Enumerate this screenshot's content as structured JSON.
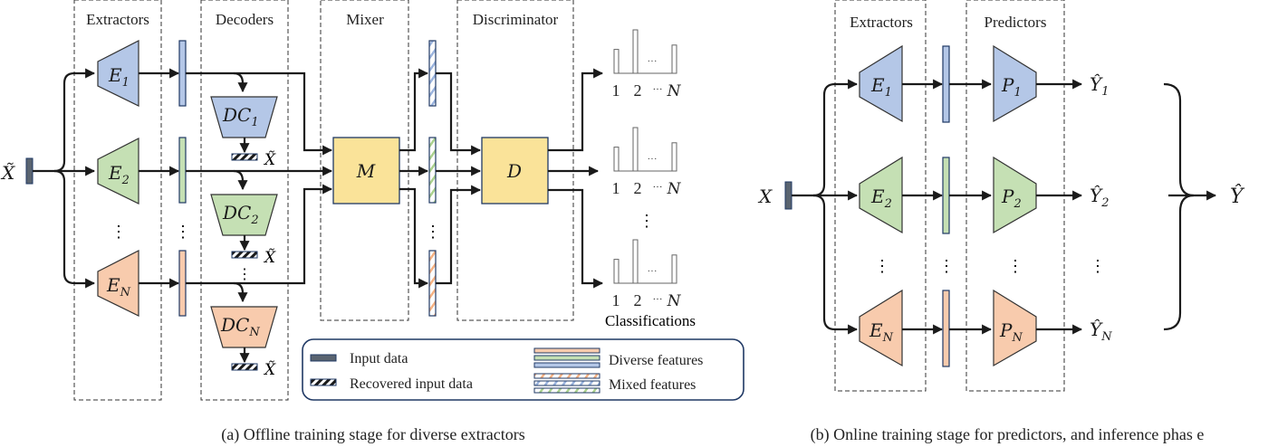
{
  "colors": {
    "blue": "#b4c7e7",
    "green": "#c5e0b4",
    "orange": "#f8cbad",
    "yellow": "#fae399",
    "input": "#5a6470",
    "border_dark": "#1f3864"
  },
  "panel_a": {
    "caption": "(a) Offline training stage for diverse extractors",
    "groups": {
      "extractors": "Extractors",
      "decoders": "Decoders",
      "mixer": "Mixer",
      "discriminator": "Discriminator"
    },
    "input_symbol": "X̃",
    "extractors": [
      {
        "base": "E",
        "sub": "1",
        "color": "blue"
      },
      {
        "base": "E",
        "sub": "2",
        "color": "green"
      },
      {
        "base": "E",
        "sub": "N",
        "color": "orange"
      }
    ],
    "decoders": [
      {
        "base": "DC",
        "sub": "1",
        "color": "blue",
        "output": "X̃"
      },
      {
        "base": "DC",
        "sub": "2",
        "color": "green",
        "output": "X̃"
      },
      {
        "base": "DC",
        "sub": "N",
        "color": "orange",
        "output": "X̃"
      }
    ],
    "mixer_symbol": "M",
    "discriminator_symbol": "D",
    "histograms": [
      {
        "ticks": [
          "1",
          "2",
          "···",
          "N"
        ],
        "values": [
          0.55,
          1.0,
          0.65
        ],
        "dots": "···"
      },
      {
        "ticks": [
          "1",
          "2",
          "···",
          "N"
        ],
        "values": [
          0.55,
          1.0,
          0.65
        ],
        "dots": "···"
      },
      {
        "ticks": [
          "1",
          "2",
          "···",
          "N"
        ],
        "values": [
          0.55,
          1.0,
          0.65
        ],
        "dots": "···"
      }
    ],
    "classifications_label": "Classifications",
    "ellipsis": "⋮",
    "legend": {
      "input_data": "Input data",
      "recovered_input_data": "Recovered input data",
      "diverse_features": "Diverse features",
      "mixed_features": "Mixed features"
    }
  },
  "panel_b": {
    "caption": "(b) Online training stage for predictors, and inference phas e",
    "groups": {
      "extractors": "Extractors",
      "predictors": "Predictors"
    },
    "input_symbol": "X",
    "extractors": [
      {
        "base": "E",
        "sub": "1",
        "color": "blue"
      },
      {
        "base": "E",
        "sub": "2",
        "color": "green"
      },
      {
        "base": "E",
        "sub": "N",
        "color": "orange"
      }
    ],
    "predictors": [
      {
        "base": "P",
        "sub": "1",
        "color": "blue",
        "output_base": "Ŷ",
        "output_sub": "1"
      },
      {
        "base": "P",
        "sub": "2",
        "color": "green",
        "output_base": "Ŷ",
        "output_sub": "2"
      },
      {
        "base": "P",
        "sub": "N",
        "color": "orange",
        "output_base": "Ŷ",
        "output_sub": "N"
      }
    ],
    "final_output": "Ŷ",
    "ellipsis": "⋮"
  }
}
